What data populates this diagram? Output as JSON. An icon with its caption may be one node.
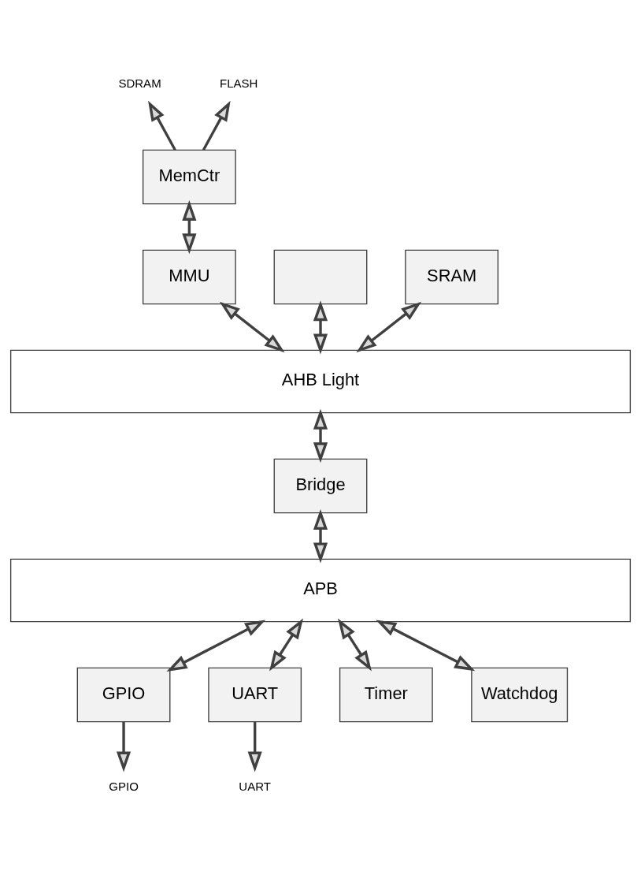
{
  "diagram": {
    "nodes": [
      {
        "text": [
          "SDRAM"
        ]
      },
      {
        "text": [
          "FLASH"
        ]
      },
      {
        "text": [
          "MemCtr"
        ]
      },
      {
        "text": [],
        "shape": "box"
      },
      {
        "text": [
          "SRAM"
        ]
      },
      {
        "text": [
          "MMU"
        ]
      },
      {
        "text": [
          "AHB Light"
        ]
      },
      {
        "text": [
          "Bridge"
        ]
      },
      {
        "text": [
          "APB"
        ]
      },
      {
        "text": [
          "GPIO"
        ]
      },
      {
        "text": [
          "UART"
        ]
      },
      {
        "text": [
          "Timer"
        ]
      },
      {
        "text": [
          "Watchdog"
        ]
      },
      {
        "text": [
          "GPIO"
        ]
      },
      {
        "text": [
          "UART"
        ]
      }
    ],
    "edges": [
      {
        "from": 2,
        "to": 0,
        "arrow": "to"
      },
      {
        "from": 2,
        "to": 1,
        "arrow": "to"
      },
      {
        "from": 2,
        "to": 5,
        "arrow": "both"
      },
      {
        "from": 3,
        "to": 6,
        "arrow": "both"
      },
      {
        "from": 4,
        "to": 6,
        "arrow": "both"
      },
      {
        "from": 5,
        "to": 6,
        "arrow": "both"
      },
      {
        "from": 6,
        "to": 7,
        "arrow": "both"
      },
      {
        "from": 7,
        "to": 8,
        "arrow": "both"
      },
      {
        "from": 8,
        "to": 9,
        "arrow": "both"
      },
      {
        "from": 8,
        "to": 10,
        "arrow": "both"
      },
      {
        "from": 8,
        "to": 11,
        "arrow": "both"
      },
      {
        "from": 8,
        "to": 12,
        "arrow": "both"
      },
      {
        "from": 9,
        "to": 13,
        "arrow": "to"
      },
      {
        "from": 10,
        "to": 14,
        "arrow": "to"
      }
    ]
  }
}
